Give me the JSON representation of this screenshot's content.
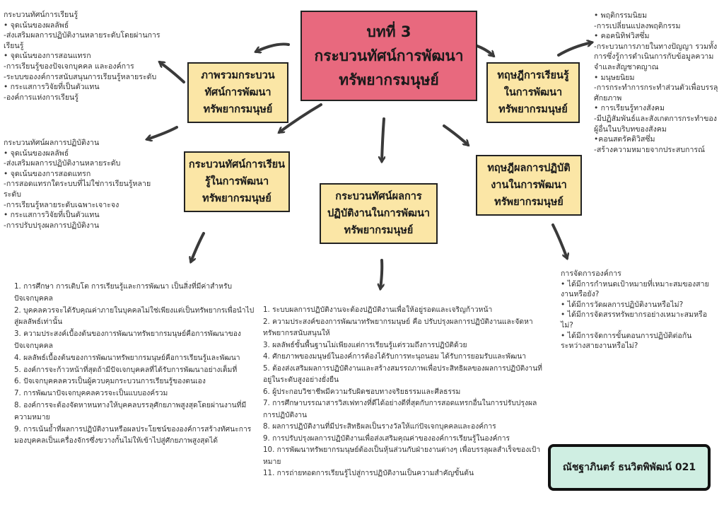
{
  "central_title": "บทที่ 3\nกระบวนทัศน์การพัฒนา\nทรัพยากรมนุษย์",
  "boxes": {
    "overview": "ภาพรวมกระบวน\nทัศน์การพัฒนา\nทรัพยากรมนุษย์",
    "learning_theory": "ทฤษฎีการเรียนรู้\nในการพัฒนา\nทรัพยากรมนุษย์",
    "learning_paradigm": "กระบวนทัศน์การเรียน\nรู้ในการพัฒนา\nทรัพยากรมนุษย์",
    "performance_paradigm": "กระบวนทัศน์ผลการ\nปฏิบัติงานในการพัฒนา\nทรัพยากรมนุษย์",
    "performance_theory": "ทฤษฎีผลการปฏิบัติ\nงานในการพัฒนา\nทรัพยากรมนุษย์"
  },
  "notes": {
    "top_left": [
      "กระบวนทัศน์การเรียนรู้",
      "• จุดเน้นของผลลัพธ์",
      "-ส่งเสริมผลการปฏิบัติงานหลายระดับโดยผ่านการเรียนรู้",
      "• จุดเน้นของการสอนแทรก",
      "-การเรียนรู้ของปัจเจกบุคคล และองค์การ",
      "-ระบบของงค์การสนับสนุนการเรียนรู้หลายระดับ",
      "• กระแสการวิจัยที่เป็นตัวแทน",
      "-องค์การแห่งการเรียนรู้"
    ],
    "middle_left": [
      "กระบวนทัศน์ผลการปฏิบัติงาน",
      "• จุดเน้นของผลลัพธ์",
      "-ส่งเสริมผลการปฏิบัติงานหลายระดับ",
      "• จุดเน้นของการสอดแทรก",
      "-การสอดแทรกใดระบบที่ไม่ใช่การเรียนรู้หลายระดับ",
      "-การเรียนรู้หลายระดับเฉพาะเจาะจง",
      "• กระแสการวิจัยที่เป็นตัวแทน",
      "-การปรับปรุงผลการปฏิบัติงาน"
    ],
    "top_right": [
      "• พฤติกรรมนิยม",
      "-การเปลี่ยนแปลงพฤติกรรม",
      "• คอคนิทิฟวิสซึ่ม",
      "-กระบวนการภายในทางปัญญา รวมทั้งการซึ่งรู้การดำเนินการกับข้อมูลความจำและสัญชาตญาณ",
      "• มนุษยนิยม",
      "-การกระทำการกระทำส่วนตัวเพื่อบรรลุศักยภาพ",
      "• การเรียนรู้ทางสังคม",
      "-มีปฏิสัมพันธ์และสังเกตการกระทำของผู้อื่นในบริบทของสังคม",
      "•คอนสตรัคติวิสซึ่ม",
      "-สร้างความหมายจากประสบการณ์"
    ],
    "bottom_right": [
      "การจัดการองค์การ",
      "• ได้มีการกำหนดเป้าหมายที่เหมาะสมของสายงานหรือยัง?",
      "• ได้มีการวัดผลการปฏิบัติงานหรือไม่?",
      "• ได้มีการจัดสรรทรัพยากรอย่างเหมาะสมหรือไม่?",
      "• ได้มีการจัดการขั้นตอนการปฏิบัติต่อกันระหว่างสายงานหรือไม่?"
    ]
  },
  "left_list": [
    "1. การศึกษา การเติบโต การเรียนรู้และการพัฒนา เป็นสิ่งที่มีค่าสำหรับปัจเจกบุคคล",
    "2. บุคคลควรจะได้รับคุณค่าภายในบุคคลไม่ใช่เพียงแต่เป็นทรัพยากรเพื่อนำไปสู่ผลลัพธ์เท่านั้น",
    "3. ความประสงค์เบื้องต้นของการพัฒนาทรัพยากรมนุษย์คือการพัฒนาของปัจเจกบุคคล",
    "4. ผลลัพธ์เบื้องต้นของการพัฒนาทรัพยากรมนุษย์คือการเรียนรู้และพัฒนา",
    "5. องค์การจะก้าวหน้าที่สุดถ้ามีปัจเจกบุคคลที่ได้รับการพัฒนาอย่างเต็มที่",
    "6. ปัจเจกบุคคลควรเป็นผู้ควบคุมกระบวนการเรียนรู้ของตนเอง",
    "7. การพัฒนาปัจเจกบุคคลควรจะเป็นแบบองค์รวม",
    "8. องค์การจะต้องจัดหาหนทางให้บุคคลบรรลุศักยภาพสูงสุดโดยผ่านงานที่มีความหมาย",
    "9. การเน้นย้ำที่ผลการปฏิบัติงานหรือผลประโยชน์ขององค์การสร้างทัศนะการมองบุคคลเป็นเครื่องจักรซึ่งขวางกั้นไม่ให้เข้าไปสู่ศักยภาพสูงสุดได้"
  ],
  "center_list": [
    "1. ระบบผลการปฏิบัติงานจะต้องปฏิบัติงานเพื่อให้อยู่รอดและเจริญก้าวหน้า",
    "2. ความประสงค์ของการพัฒนาทรัพยากรมนุษย์ คือ ปรับปรุงผลการปฏิบัติงานและจัดหาทรัพยากรสนับสนุนให้",
    "3. ผลลัพธ์ขั้นพื้นฐานไม่เพียงแต่การเรียนรู้แต่รวมถึงการปฏิบัติด้วย",
    "4. ศักยภาพของมนุษย์ในองค์การต้องได้รับการทะนุถนอม ได้รับการยอมรับและพัฒนา",
    "5. ต้องส่งเสริมผลการปฏิบัติงานและสร้างสมรรถภาพเพื่อประสิทธิผลของผลการปฏิบัติงานที่อยู่ในระดับสูงอย่างยั่งยืน",
    "6. ผู้ประกอบวิชาชีพมีความรับผิดชอบทางจริยธรรมและศีลธรรม",
    "7. การศึกษาบรรณาสารวิสเฟทางที่ดีได้อย่างดีที่สุดกับการสอดแทรกอื่นในการปรับปรุงผลการปฏิบัติงาน",
    "8. ผลการปฏิบัติงานที่มีประสิทธิผลเป็นรางวัลให้แก่ปัจเจกบุคคลและองค์การ",
    "9. การปรับปรุงผลการปฏิบัติงานเพื่อส่งเสริมคุณค่าขององค์การเรียนรู้ในองค์การ",
    "10. การพัฒนาทรัพยากรมนุษย์ต้องเป็นหุ้นส่วนกับฝ่ายงานต่างๆ เพื่อบรรลุผลสำเร็จของเป้าหมาย",
    "11. การถ่ายทอดการเรียนรู้ไปสู่การปฏิบัติงานเป็นความสำคัญขั้นต้น"
  ],
  "author": "ณัชฐาภินตร์ ธนวิตพิพัฒน์ 021"
}
